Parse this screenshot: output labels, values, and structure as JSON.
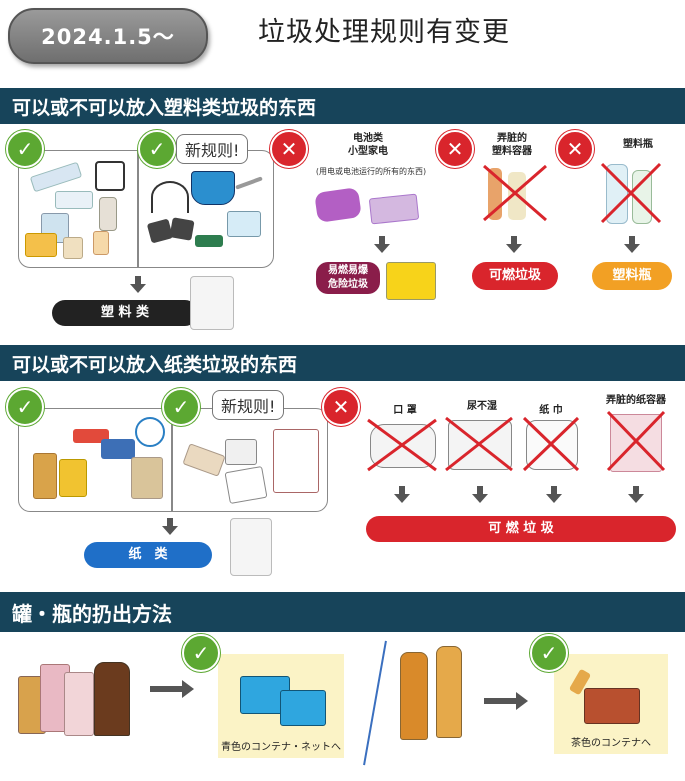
{
  "header": {
    "date_label": "2024.1.5～",
    "title": "垃圾处理规则有变更"
  },
  "section1": {
    "title": "可以或不可以放入塑料类垃圾的东西",
    "new_rule": "新规则!",
    "result_label": "塑 料 类",
    "no_items": [
      {
        "label": "电池类\n小型家电",
        "sub": "(用电或电池运行的所有的东西)",
        "result": "易燃易爆\n危险垃圾",
        "result_color": "#8a1d4a"
      },
      {
        "label": "弄脏的\n塑料容器",
        "result": "可燃垃圾",
        "result_color": "#d9252c"
      },
      {
        "label": "塑料瓶",
        "result": "塑料瓶",
        "result_color": "#f2a024"
      }
    ]
  },
  "section2": {
    "title": "可以或不可以放入纸类垃圾的东西",
    "new_rule": "新规则!",
    "result_label": "纸　类",
    "no_items": [
      {
        "label": "口 罩"
      },
      {
        "label": "尿不湿"
      },
      {
        "label": "纸 巾"
      },
      {
        "label": "弄脏的纸容器"
      }
    ],
    "no_result": "可 燃 垃 圾"
  },
  "section3": {
    "title": "罐・瓶的扔出方法",
    "can_caption": "青色のコンテナ・ネットへ",
    "bottle_caption": "茶色のコンテナへ"
  },
  "colors": {
    "bar": "#17445a",
    "check": "#5ca832",
    "x": "#d9252c",
    "plastic_pill": "#222222",
    "paper_pill": "#1f6fc8",
    "burnable_pill": "#d9252c"
  }
}
